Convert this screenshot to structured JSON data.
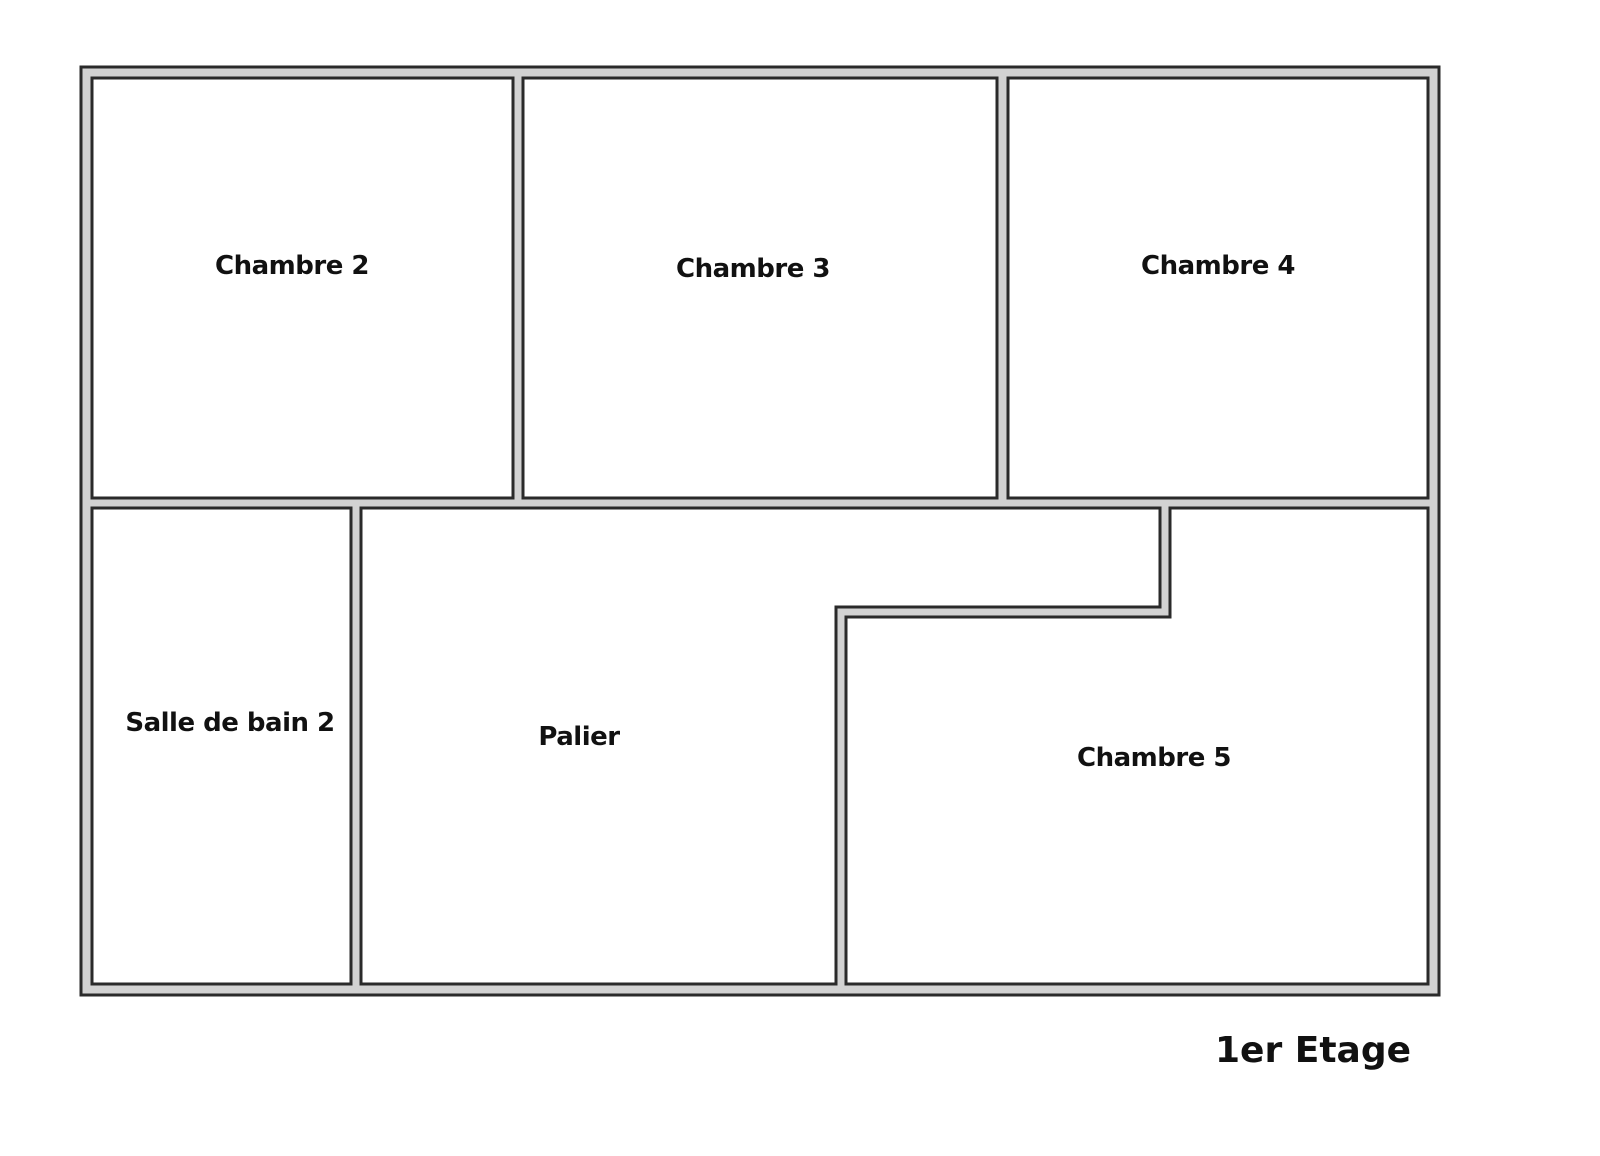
{
  "plan": {
    "floor_label": "1er Etage",
    "rooms": [
      {
        "name": "Chambre 2"
      },
      {
        "name": "Chambre 3"
      },
      {
        "name": "Chambre 4"
      },
      {
        "name": "Salle de bain 2"
      },
      {
        "name": "Palier"
      },
      {
        "name": "Chambre 5"
      }
    ]
  }
}
